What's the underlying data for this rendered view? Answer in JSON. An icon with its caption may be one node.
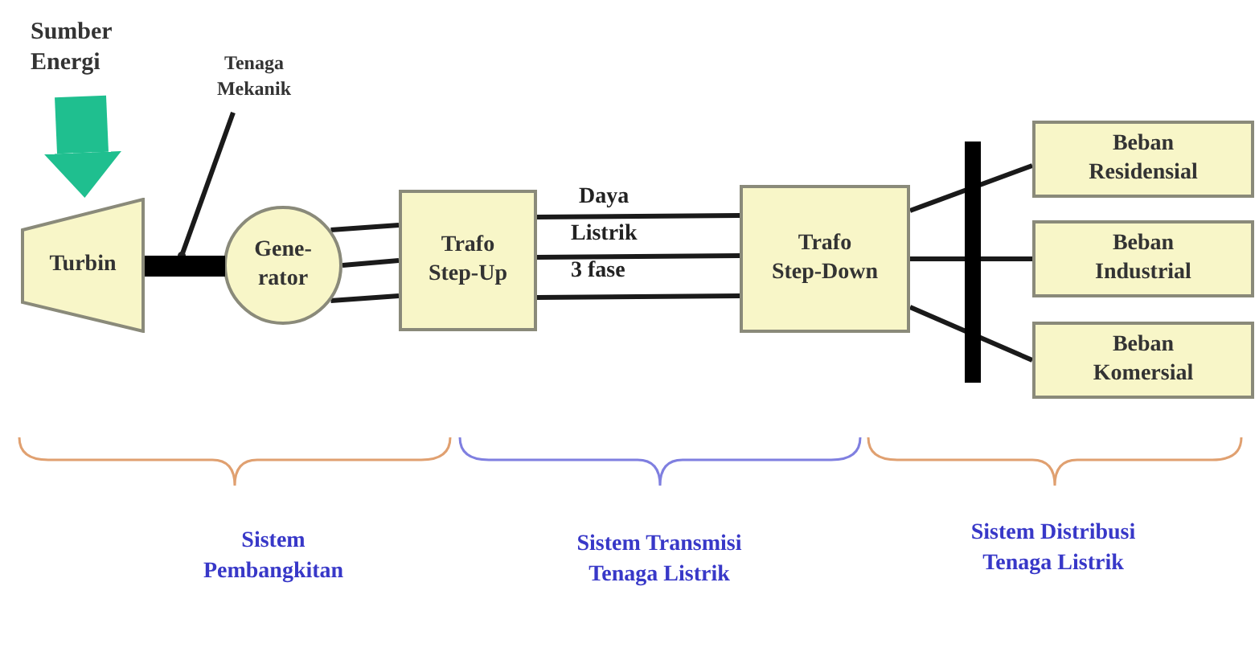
{
  "diagram": {
    "nodes": [
      {
        "text": [
          "Sumber Energi"
        ]
      },
      {
        "text": [
          "Tenaga Mekanik"
        ]
      },
      {
        "text": [
          "Turbin"
        ]
      },
      {
        "text": [
          "Gene- rator"
        ]
      },
      {
        "text": [
          "Trafo Step-Up"
        ]
      },
      {
        "text": [
          "Trafo Step-Down"
        ]
      },
      {
        "text": [],
        "shape": "bar"
      },
      {
        "text": [
          "Beban Residensial"
        ]
      },
      {
        "text": [
          "Beban Industrial"
        ]
      },
      {
        "text": [
          "Beban Komersial"
        ]
      },
      {
        "text": [],
        "shape": "bar"
      }
    ],
    "edges": [
      {
        "from": 0,
        "to": 2,
        "arrow": "to",
        "style": "thick",
        "color": "#1fbf8f"
      },
      {
        "from": 1,
        "to": 10,
        "arrow": "other"
      },
      {
        "from": 3,
        "to": 4,
        "arrow": "none"
      },
      {
        "from": 3,
        "to": 4,
        "arrow": "none"
      },
      {
        "from": 3,
        "to": 4,
        "arrow": "none"
      },
      {
        "from": 4,
        "to": 5,
        "arrow": "none"
      },
      {
        "from": 4,
        "to": 5,
        "arrow": "none"
      },
      {
        "from": 4,
        "to": 5,
        "arrow": "none"
      },
      {
        "from": 5,
        "to": 7,
        "arrow": "none"
      },
      {
        "from": 5,
        "to": 8,
        "arrow": "none"
      },
      {
        "from": 5,
        "to": 9,
        "arrow": "none"
      }
    ],
    "labels": [
      "Daya",
      "Listrik",
      "3 fase",
      "Sistem Pembangkitan",
      "Sistem Transmisi Tenaga Listrik",
      "Sistem Distribusi Tenaga Listrik"
    ]
  }
}
